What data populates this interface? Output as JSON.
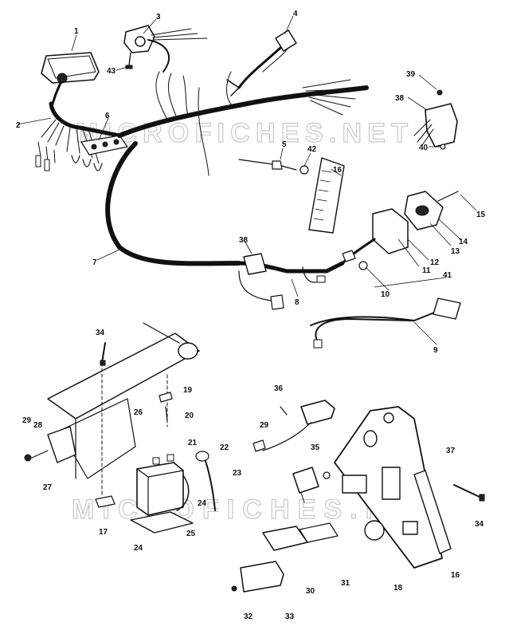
{
  "watermarks": [
    "MICROFICHES.NET",
    "MICROFICHES.NET"
  ],
  "callouts": [
    {
      "id": "c1",
      "label": "1"
    },
    {
      "id": "c2",
      "label": "2"
    },
    {
      "id": "c3",
      "label": "3"
    },
    {
      "id": "c4",
      "label": "4"
    },
    {
      "id": "c5",
      "label": "5"
    },
    {
      "id": "c6",
      "label": "6"
    },
    {
      "id": "c7",
      "label": "7"
    },
    {
      "id": "c8",
      "label": "8"
    },
    {
      "id": "c9",
      "label": "9"
    },
    {
      "id": "c10",
      "label": "10"
    },
    {
      "id": "c11",
      "label": "11"
    },
    {
      "id": "c12",
      "label": "12"
    },
    {
      "id": "c13",
      "label": "13"
    },
    {
      "id": "c14",
      "label": "14"
    },
    {
      "id": "c15",
      "label": "15"
    },
    {
      "id": "c16a",
      "label": "16"
    },
    {
      "id": "c38a",
      "label": "38"
    },
    {
      "id": "c39",
      "label": "39"
    },
    {
      "id": "c38b",
      "label": "38"
    },
    {
      "id": "c40",
      "label": "40"
    },
    {
      "id": "c41",
      "label": "41"
    },
    {
      "id": "c42",
      "label": "42"
    },
    {
      "id": "c43",
      "label": "43"
    },
    {
      "id": "c34a",
      "label": "34"
    },
    {
      "id": "c19",
      "label": "19"
    },
    {
      "id": "c20",
      "label": "20"
    },
    {
      "id": "c21",
      "label": "21"
    },
    {
      "id": "c22",
      "label": "22"
    },
    {
      "id": "c23",
      "label": "23"
    },
    {
      "id": "c24a",
      "label": "24"
    },
    {
      "id": "c24b",
      "label": "24"
    },
    {
      "id": "c25",
      "label": "25"
    },
    {
      "id": "c26",
      "label": "26"
    },
    {
      "id": "c27",
      "label": "27"
    },
    {
      "id": "c28",
      "label": "28"
    },
    {
      "id": "c29a",
      "label": "29"
    },
    {
      "id": "c17",
      "label": "17"
    },
    {
      "id": "c36",
      "label": "36"
    },
    {
      "id": "c29b",
      "label": "29"
    },
    {
      "id": "c35",
      "label": "35"
    },
    {
      "id": "c37",
      "label": "37"
    },
    {
      "id": "c34b",
      "label": "34"
    },
    {
      "id": "c16b",
      "label": "16"
    },
    {
      "id": "c18",
      "label": "18"
    },
    {
      "id": "c31",
      "label": "31"
    },
    {
      "id": "c30",
      "label": "30"
    },
    {
      "id": "c32",
      "label": "32"
    },
    {
      "id": "c33",
      "label": "33"
    }
  ]
}
